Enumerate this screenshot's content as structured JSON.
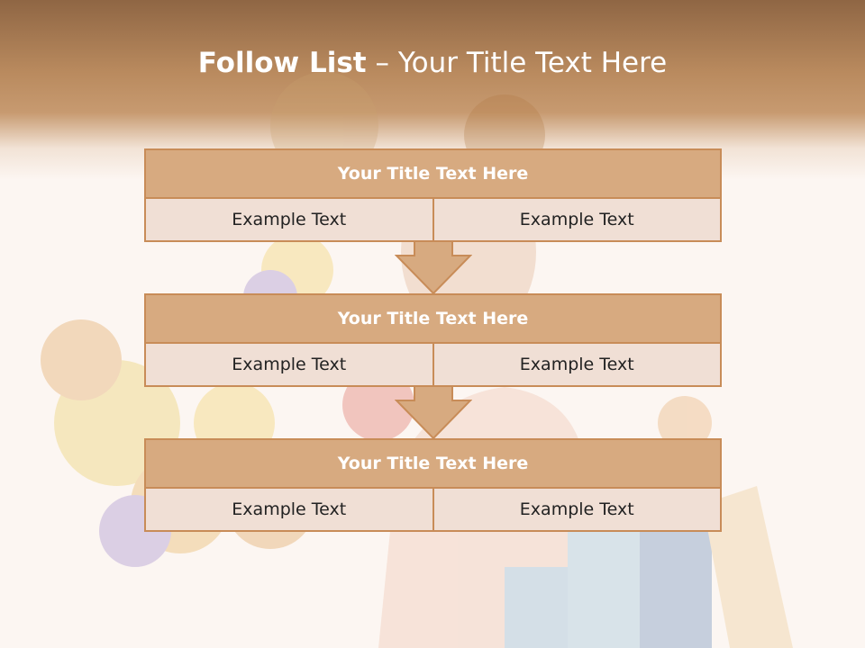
{
  "slide": {
    "title_strong": "Follow List",
    "title_rest": "– Your Title Text Here"
  },
  "blocks": [
    {
      "header": "Your Title Text Here",
      "left": "Example Text",
      "right": "Example Text"
    },
    {
      "header": "Your Title Text Here",
      "left": "Example Text",
      "right": "Example Text"
    },
    {
      "header": "Your Title Text Here",
      "left": "Example Text",
      "right": "Example Text"
    }
  ],
  "colors": {
    "header_fill": "#d7aa80",
    "cell_fill": "#f0dfd5",
    "border": "#c88c58",
    "top_band": "#b98a5e"
  },
  "icons": [
    "down-arrow-icon"
  ]
}
